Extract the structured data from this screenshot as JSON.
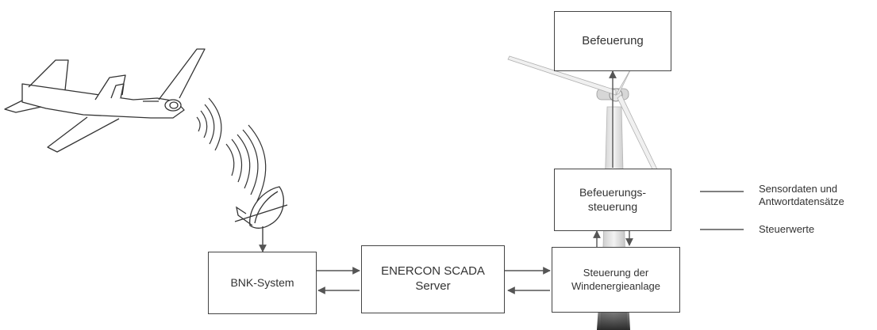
{
  "diagram": {
    "boxes": {
      "befeuerung": "Befeuerung",
      "befeuerungssteuerung": "Befeuerungs-\nsteuerung",
      "bnk_system": "BNK-System",
      "scada_server": "ENERCON SCADA\nServer",
      "steuerung_wea": "Steuerung der\nWindenergieanlage"
    },
    "legend": {
      "sensordaten": "Sensordaten und\nAntwortdatensätze",
      "steuerwerte": "Steuerwerte"
    },
    "illustrations": {
      "aircraft": "airplane-icon",
      "radar": "radar-dish-icon",
      "turbine": "wind-turbine-icon"
    },
    "colors": {
      "line": "#555555",
      "box_border": "#444444",
      "text": "#333333",
      "tower_base": "#2a2a2a"
    }
  }
}
